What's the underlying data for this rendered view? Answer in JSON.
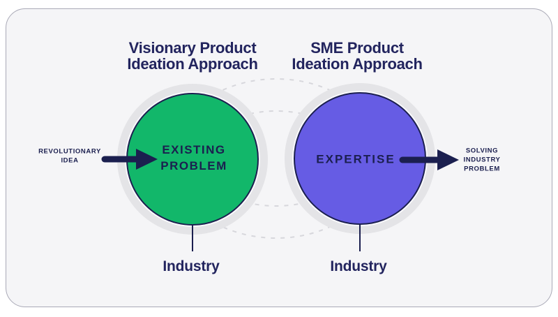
{
  "colors": {
    "green": "#12B76A",
    "purple": "#665CE4",
    "ink": "#1B1F4F",
    "text": "#22245E",
    "halo": "#E4E4E7",
    "halo_gap": "#F9F9FB",
    "dashed": "#D7D7DC",
    "card_bg": "#F5F5F7",
    "card_border": "#A9A9B6",
    "page_bg": "#FFFFFF"
  },
  "diagram": {
    "left": {
      "title": "Visionary Product\nIdeation Approach",
      "input_label": "REVOLUTIONARY\nIDEA",
      "circle_label": "EXISTING\nPROBLEM",
      "base_label": "Industry"
    },
    "right": {
      "title": "SME Product\nIdeation Approach",
      "circle_label": "EXPERTISE",
      "output_label": "SOLVING\nINDUSTRY\nPROBLEM",
      "base_label": "Industry"
    }
  }
}
